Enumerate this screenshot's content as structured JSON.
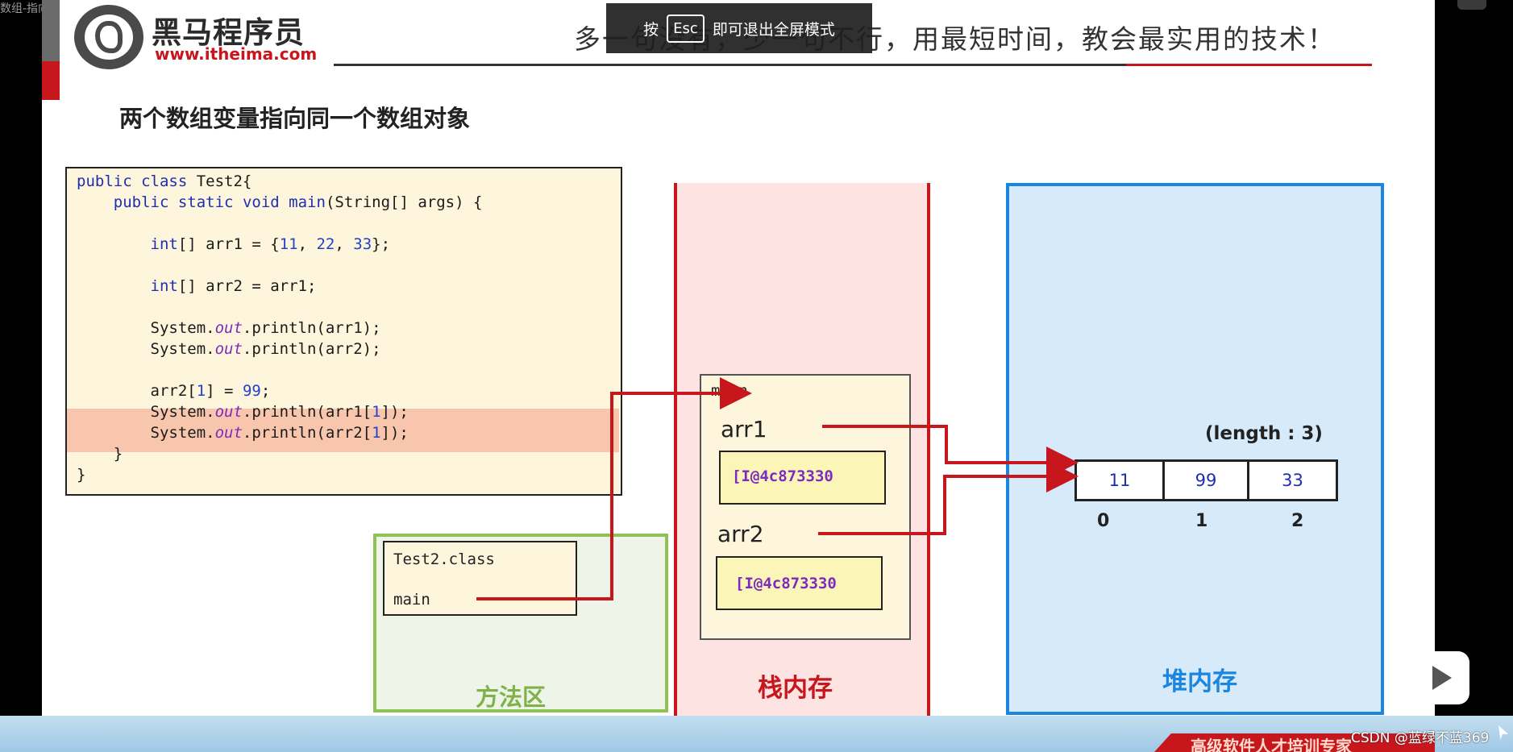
{
  "window": {
    "title": "数组-指向同一数组对象"
  },
  "overlay": {
    "prefix": "按",
    "key": "Esc",
    "suffix": "即可退出全屏模式"
  },
  "header": {
    "logo_text": "黑马程序员",
    "logo_url": "www.itheima.com",
    "slogan": "多一句没有，少一句不行，用最短时间，教会最实用的技术！"
  },
  "slide": {
    "title": "两个数组变量指向同一个数组对象"
  },
  "code": {
    "lines": [
      "public class Test2{",
      "    public static void main(String[] args) {",
      "",
      "        int[] arr1 = {11, 22, 33};",
      "",
      "        int[] arr2 = arr1;",
      "",
      "        System.out.println(arr1);",
      "        System.out.println(arr2);",
      "",
      "        arr2[1] = 99;",
      "        System.out.println(arr1[1]);",
      "        System.out.println(arr2[1]);",
      "    }",
      "}"
    ]
  },
  "method_area": {
    "class_name": "Test2.class",
    "method": "main",
    "label": "方法区"
  },
  "stack": {
    "frame": "main",
    "vars": [
      {
        "name": "arr1",
        "value": "[I@4c873330"
      },
      {
        "name": "arr2",
        "value": "[I@4c873330"
      }
    ],
    "label": "栈内存"
  },
  "heap": {
    "length_label": "(length : 3)",
    "cells": [
      "11",
      "99",
      "33"
    ],
    "indices": [
      "0",
      "1",
      "2"
    ],
    "label": "堆内存"
  },
  "footer": {
    "banner": "高级软件人才培训专家",
    "watermark": "CSDN @蓝绿不蓝369"
  },
  "colors": {
    "red": "#c8161d",
    "blue": "#1a86e0",
    "green": "#8fc255",
    "code_bg": "#fdf6dc"
  }
}
